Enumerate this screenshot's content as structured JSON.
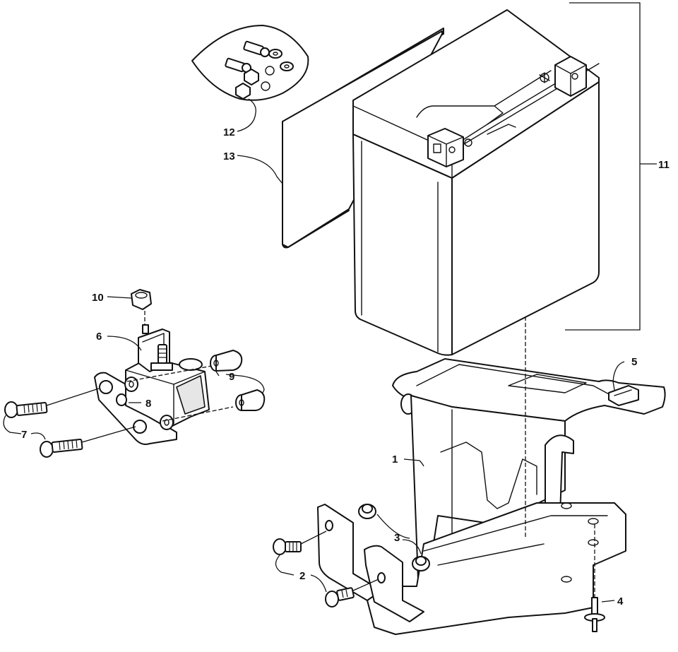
{
  "diagram": {
    "callouts": [
      {
        "id": "c1",
        "label": "1"
      },
      {
        "id": "c2",
        "label": "2"
      },
      {
        "id": "c3",
        "label": "3"
      },
      {
        "id": "c4",
        "label": "4"
      },
      {
        "id": "c5",
        "label": "5"
      },
      {
        "id": "c6",
        "label": "6"
      },
      {
        "id": "c7",
        "label": "7"
      },
      {
        "id": "c8",
        "label": "8"
      },
      {
        "id": "c9",
        "label": "9"
      },
      {
        "id": "c10",
        "label": "10"
      },
      {
        "id": "c11",
        "label": "11"
      },
      {
        "id": "c12",
        "label": "12"
      },
      {
        "id": "c13",
        "label": "13"
      }
    ],
    "colors": {
      "ink": "#111111",
      "paper": "#ffffff"
    }
  }
}
